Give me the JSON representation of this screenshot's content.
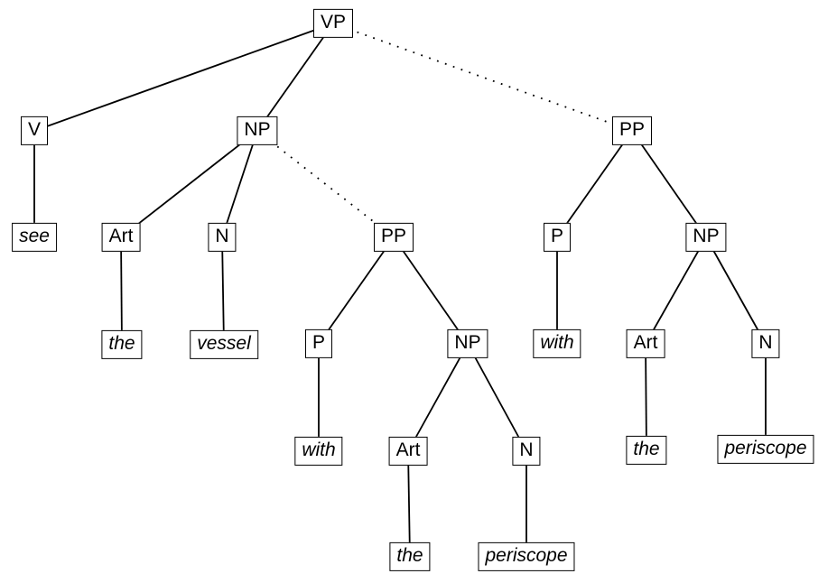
{
  "diagram": {
    "type": "syntax-parse-tree",
    "colors": {
      "background": "#ffffff",
      "line": "#000000",
      "box_border": "#000000",
      "box_fill": "#ffffff",
      "text": "#000000"
    },
    "nodes": {
      "vp": {
        "label": "VP"
      },
      "v": {
        "label": "V"
      },
      "np": {
        "label": "NP"
      },
      "pp_right": {
        "label": "PP"
      },
      "see": {
        "label": "see"
      },
      "art_left": {
        "label": "Art"
      },
      "n_left": {
        "label": "N"
      },
      "pp_mid": {
        "label": "PP"
      },
      "p_right": {
        "label": "P"
      },
      "np_right": {
        "label": "NP"
      },
      "the_left": {
        "label": "the"
      },
      "vessel": {
        "label": "vessel"
      },
      "p_mid": {
        "label": "P"
      },
      "np_mid": {
        "label": "NP"
      },
      "with_right": {
        "label": "with"
      },
      "art_right": {
        "label": "Art"
      },
      "n_right": {
        "label": "N"
      },
      "with_mid": {
        "label": "with"
      },
      "art_mid": {
        "label": "Art"
      },
      "n_mid": {
        "label": "N"
      },
      "the_right": {
        "label": "the"
      },
      "periscope_right": {
        "label": "periscope"
      },
      "the_mid": {
        "label": "the"
      },
      "periscope_mid": {
        "label": "periscope"
      }
    },
    "edges": [
      {
        "from": "vp",
        "to": "v",
        "style": "solid"
      },
      {
        "from": "vp",
        "to": "np",
        "style": "solid"
      },
      {
        "from": "vp",
        "to": "pp_right",
        "style": "dotted"
      },
      {
        "from": "v",
        "to": "see",
        "style": "solid"
      },
      {
        "from": "np",
        "to": "art_left",
        "style": "solid"
      },
      {
        "from": "np",
        "to": "n_left",
        "style": "solid"
      },
      {
        "from": "np",
        "to": "pp_mid",
        "style": "dotted"
      },
      {
        "from": "art_left",
        "to": "the_left",
        "style": "solid"
      },
      {
        "from": "n_left",
        "to": "vessel",
        "style": "solid"
      },
      {
        "from": "pp_mid",
        "to": "p_mid",
        "style": "solid"
      },
      {
        "from": "pp_mid",
        "to": "np_mid",
        "style": "solid"
      },
      {
        "from": "p_mid",
        "to": "with_mid",
        "style": "solid"
      },
      {
        "from": "np_mid",
        "to": "art_mid",
        "style": "solid"
      },
      {
        "from": "np_mid",
        "to": "n_mid",
        "style": "solid"
      },
      {
        "from": "art_mid",
        "to": "the_mid",
        "style": "solid"
      },
      {
        "from": "n_mid",
        "to": "periscope_mid",
        "style": "solid"
      },
      {
        "from": "pp_right",
        "to": "p_right",
        "style": "solid"
      },
      {
        "from": "pp_right",
        "to": "np_right",
        "style": "solid"
      },
      {
        "from": "p_right",
        "to": "with_right",
        "style": "solid"
      },
      {
        "from": "np_right",
        "to": "art_right",
        "style": "solid"
      },
      {
        "from": "np_right",
        "to": "n_right",
        "style": "solid"
      },
      {
        "from": "art_right",
        "to": "the_right",
        "style": "solid"
      },
      {
        "from": "n_right",
        "to": "periscope_right",
        "style": "solid"
      }
    ]
  }
}
